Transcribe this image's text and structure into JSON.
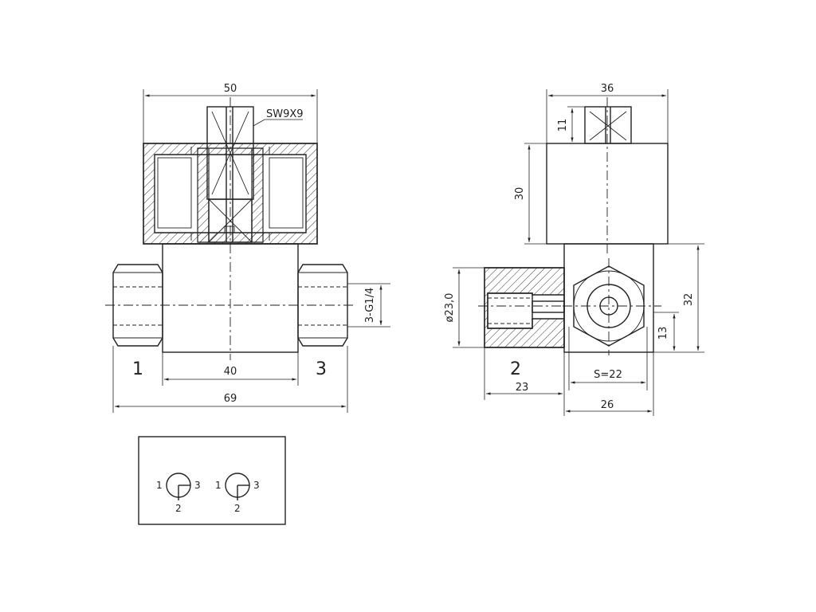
{
  "front_view": {
    "dim_width_top": "50",
    "label_wrench": "SW9X9",
    "dim_body": "40",
    "dim_overall": "69",
    "label_thread": "3-G1/4",
    "port_left": "1",
    "port_right": "3"
  },
  "side_view": {
    "dim_width_top": "36",
    "dim_knob": "11",
    "dim_head": "30",
    "dim_diameter": "ø23,0",
    "dim_body_height": "32",
    "dim_port_height": "13",
    "dim_hex": "S=22",
    "dim_depth": "23",
    "dim_body_width": "26",
    "port_bottom": "2"
  },
  "symbol_box": {
    "symbols": [
      {
        "left": "1",
        "right": "3",
        "bottom": "2"
      },
      {
        "left": "1",
        "right": "3",
        "bottom": "2"
      }
    ]
  }
}
